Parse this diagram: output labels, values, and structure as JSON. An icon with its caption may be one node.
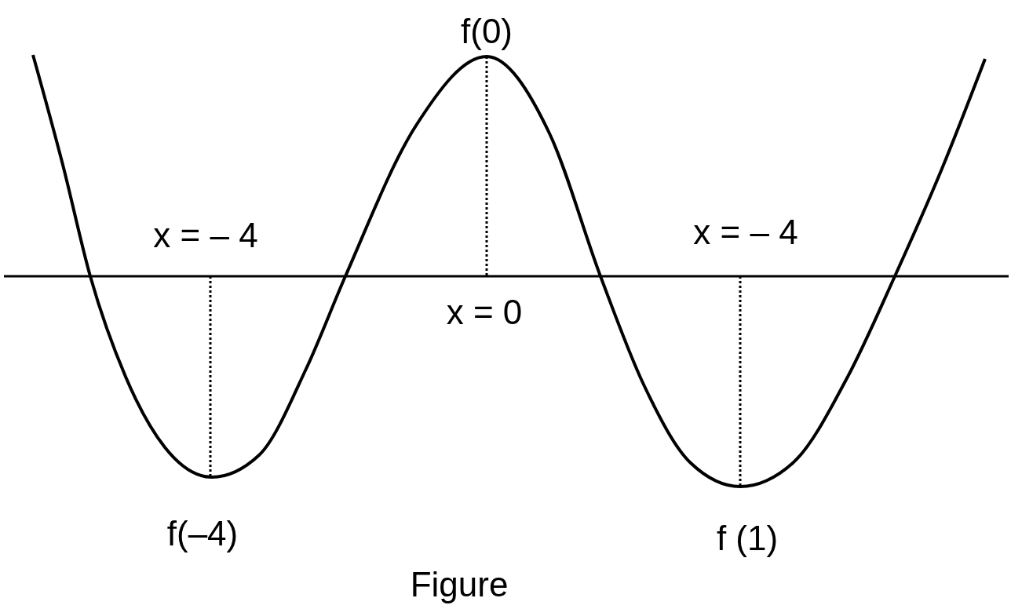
{
  "diagram": {
    "caption": "Figure",
    "labels": [
      "f(0)",
      "x = – 4",
      "x = – 4",
      "x = 0",
      "f(–4)",
      "f (1)"
    ]
  }
}
